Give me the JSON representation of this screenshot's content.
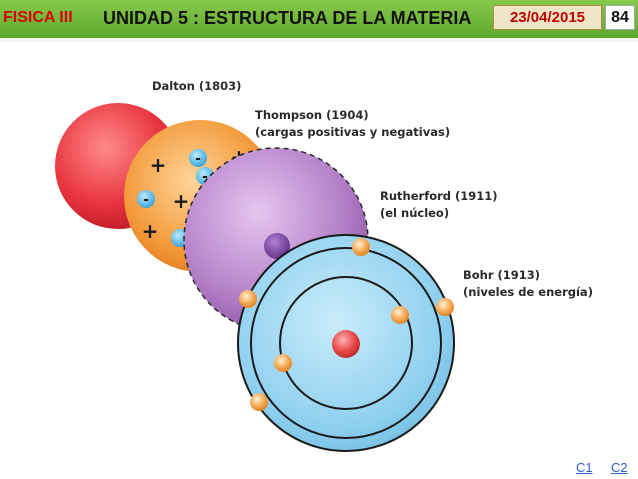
{
  "header": {
    "course": "FISICA III",
    "unit_title": "UNIDAD 5 : ESTRUCTURA DE LA MATERIA",
    "date": "23/04/2015",
    "page_number": "84"
  },
  "models": [
    {
      "name": "Dalton (1803)",
      "desc": ""
    },
    {
      "name": "Thompson (1904)",
      "desc": "(cargas positivas y negativas)"
    },
    {
      "name": "Rutherford (1911)",
      "desc": "(el núcleo)"
    },
    {
      "name": "Bohr (1913)",
      "desc": "(niveles de energía)"
    }
  ],
  "thomson_signs": {
    "positive": "+",
    "negative": "-"
  },
  "footer_links": [
    "C1",
    "C2"
  ],
  "colors": {
    "header_green": "#6db93a",
    "course_red": "#d90000",
    "dalton": "#e8343f",
    "thomson": "#f39a3b",
    "rutherford": "#a86bc0",
    "bohr": "#8fd0ef",
    "electron": "#f4a64f",
    "nucleus": "#e84848"
  }
}
